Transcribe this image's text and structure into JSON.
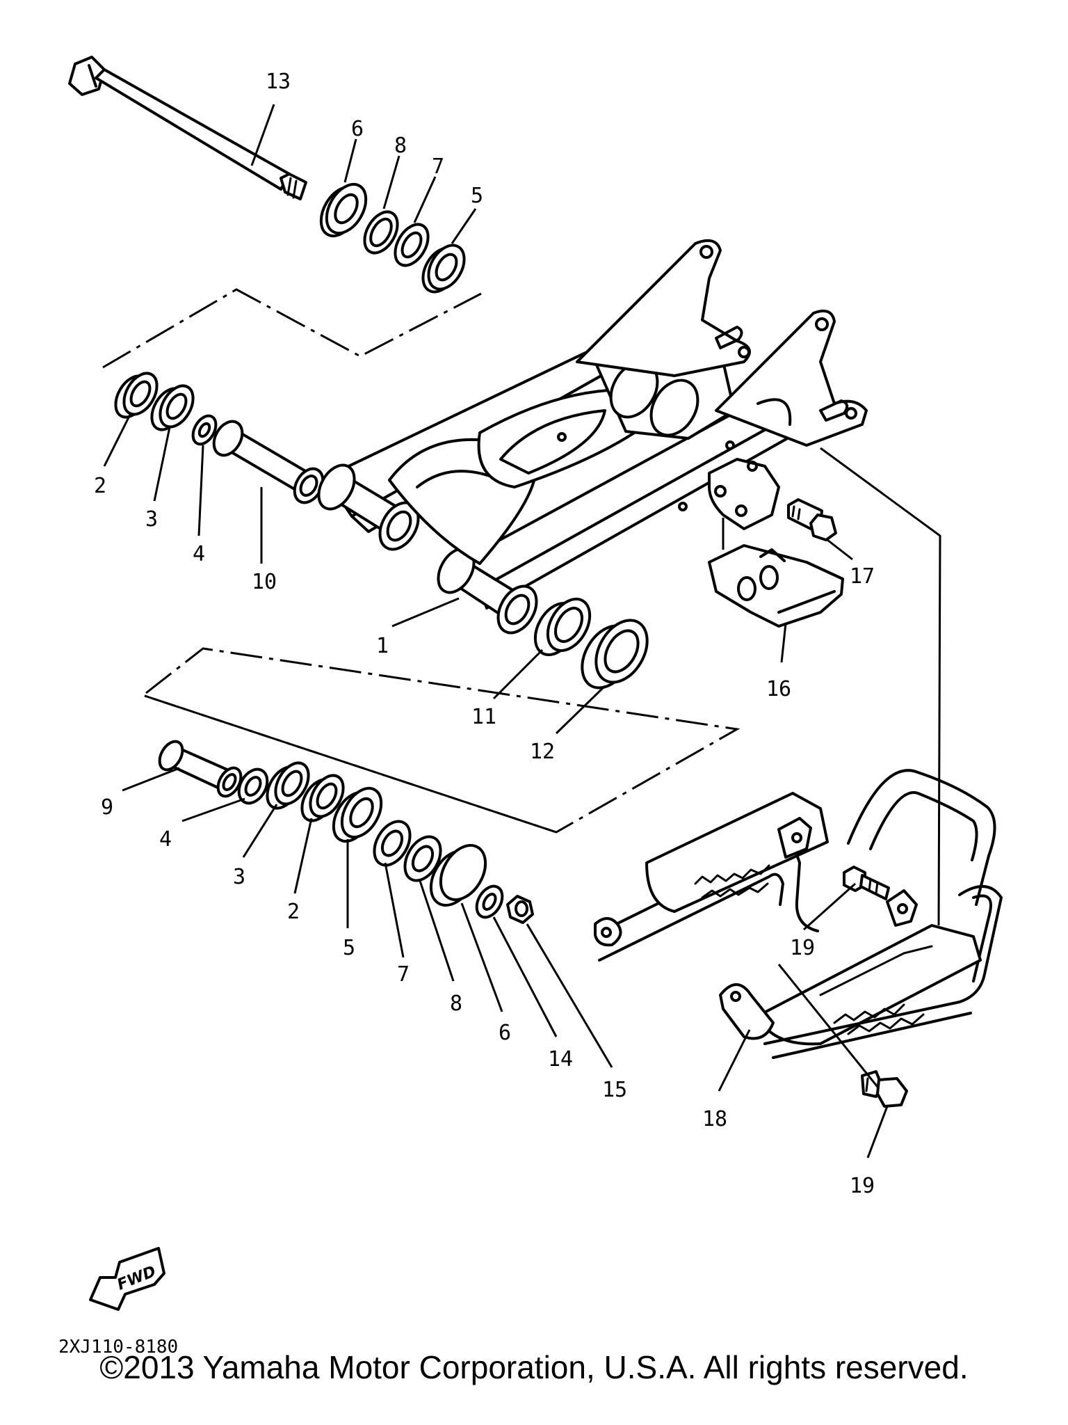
{
  "diagram": {
    "callouts": [
      {
        "id": "c13",
        "text": "13"
      },
      {
        "id": "c6a",
        "text": "6"
      },
      {
        "id": "c8a",
        "text": "8"
      },
      {
        "id": "c7a",
        "text": "7"
      },
      {
        "id": "c5a",
        "text": "5"
      },
      {
        "id": "c2a",
        "text": "2"
      },
      {
        "id": "c3a",
        "text": "3"
      },
      {
        "id": "c4a",
        "text": "4"
      },
      {
        "id": "c10",
        "text": "10"
      },
      {
        "id": "c1",
        "text": "1"
      },
      {
        "id": "c11",
        "text": "11"
      },
      {
        "id": "c12",
        "text": "12"
      },
      {
        "id": "c16",
        "text": "16"
      },
      {
        "id": "c17",
        "text": "17"
      },
      {
        "id": "c9",
        "text": "9"
      },
      {
        "id": "c4b",
        "text": "4"
      },
      {
        "id": "c3b",
        "text": "3"
      },
      {
        "id": "c2b",
        "text": "2"
      },
      {
        "id": "c5b",
        "text": "5"
      },
      {
        "id": "c7b",
        "text": "7"
      },
      {
        "id": "c8b",
        "text": "8"
      },
      {
        "id": "c6b",
        "text": "6"
      },
      {
        "id": "c14",
        "text": "14"
      },
      {
        "id": "c15",
        "text": "15"
      },
      {
        "id": "c19a",
        "text": "19"
      },
      {
        "id": "c18",
        "text": "18"
      },
      {
        "id": "c19b",
        "text": "19"
      }
    ],
    "fwd_label": "FWD",
    "drawing_code": "2XJ110-8180",
    "copyright": "©2013 Yamaha Motor Corporation, U.S.A. All rights reserved."
  }
}
